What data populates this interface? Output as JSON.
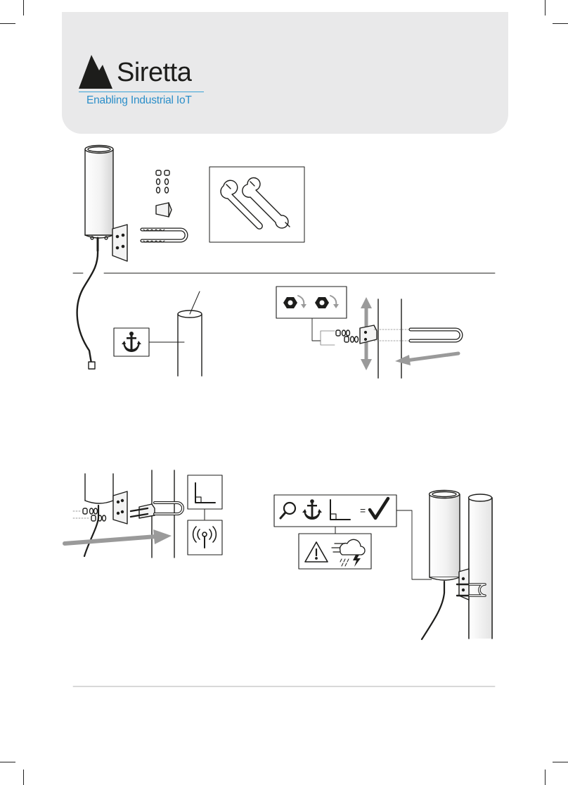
{
  "brand": {
    "name": "Siretta",
    "tagline": "Enabling Industrial IoT"
  },
  "colors": {
    "header_panel": "#e9e9ea",
    "brand_text": "#1d1d1b",
    "tagline": "#2c8fc9",
    "arrow_grey": "#9a9a9a"
  },
  "steps": [
    {
      "id": "package-contents",
      "icons": [
        "antenna-icon",
        "nuts-washers-icon",
        "bracket-icon",
        "u-bolt-icon",
        "wrench-icon",
        "spanner-icon"
      ]
    },
    {
      "id": "select-mast",
      "icons": [
        "anchor-icon",
        "mast-pole-icon"
      ]
    },
    {
      "id": "attach-bracket",
      "icons": [
        "hex-nut-icon",
        "hex-nut-icon",
        "rotate-arrow-icon",
        "u-bolt-icon",
        "direction-arrow-icon"
      ]
    },
    {
      "id": "mount-antenna",
      "icons": [
        "vertical-angle-icon",
        "signal-icon",
        "direction-arrow-icon"
      ]
    },
    {
      "id": "final-check",
      "icons": [
        "search-icon",
        "anchor-icon",
        "vertical-angle-icon",
        "equals-icon",
        "checkmark-icon",
        "warning-icon",
        "storm-icon"
      ]
    }
  ],
  "equals_sign": "="
}
